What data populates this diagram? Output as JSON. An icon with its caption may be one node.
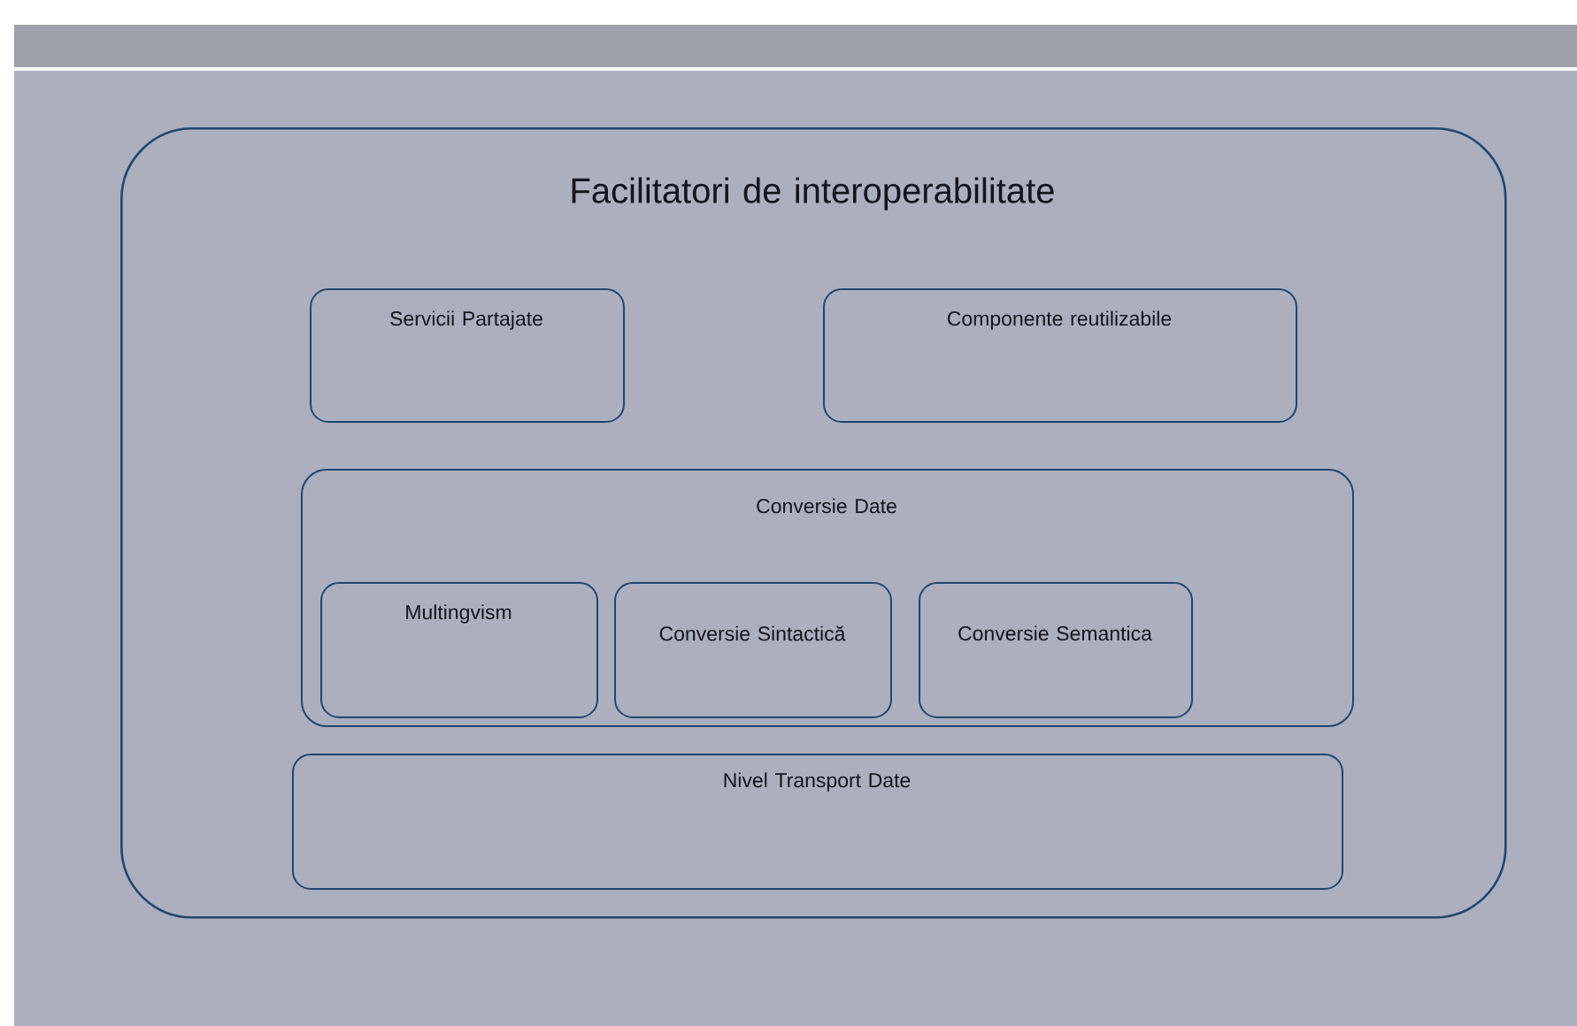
{
  "diagram": {
    "nodes": [
      {
        "text": [
          "Facilitatori de interoperabilitate"
        ]
      },
      {
        "text": [
          "Servicii Partajate"
        ],
        "in": 0
      },
      {
        "text": [
          "Componente reutilizabile"
        ],
        "in": 0
      },
      {
        "text": [
          "Conversie Date"
        ],
        "in": 0
      },
      {
        "text": [
          "Multingvism"
        ],
        "in": 3
      },
      {
        "text": [
          "Conversie Sintactică"
        ],
        "in": 3
      },
      {
        "text": [
          "Conversie Semantica"
        ],
        "in": 3
      },
      {
        "text": [
          "Nivel Transport Date"
        ],
        "in": 0
      }
    ]
  }
}
